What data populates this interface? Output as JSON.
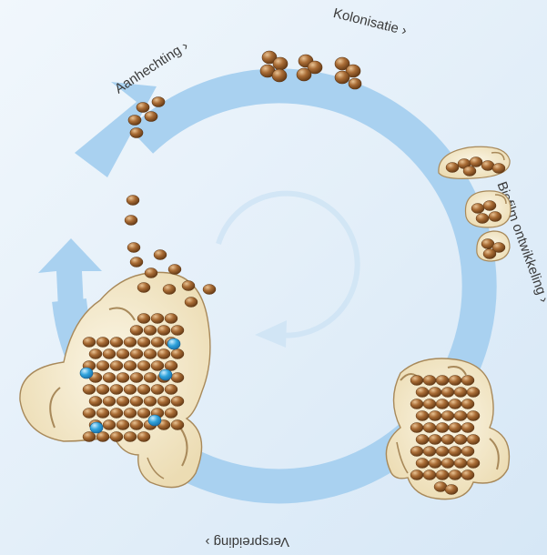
{
  "diagram": {
    "stages": [
      {
        "id": "aanhechting",
        "label": "Aanhechting ›"
      },
      {
        "id": "kolonisatie",
        "label": "Kolonisatie ›"
      },
      {
        "id": "biofilm",
        "label": "Biofilm ontwikkeling ›"
      },
      {
        "id": "verspreiding",
        "label": "Verspreiding ›"
      }
    ]
  },
  "colors": {
    "background": "#e2eef9",
    "cycle_arrow": "#a9d1f0",
    "bacteria": "#8a5527",
    "matrix": "#f1e6c4",
    "matrix_outline": "#a8895a",
    "dispersed_cells": "#2f9fd8"
  }
}
